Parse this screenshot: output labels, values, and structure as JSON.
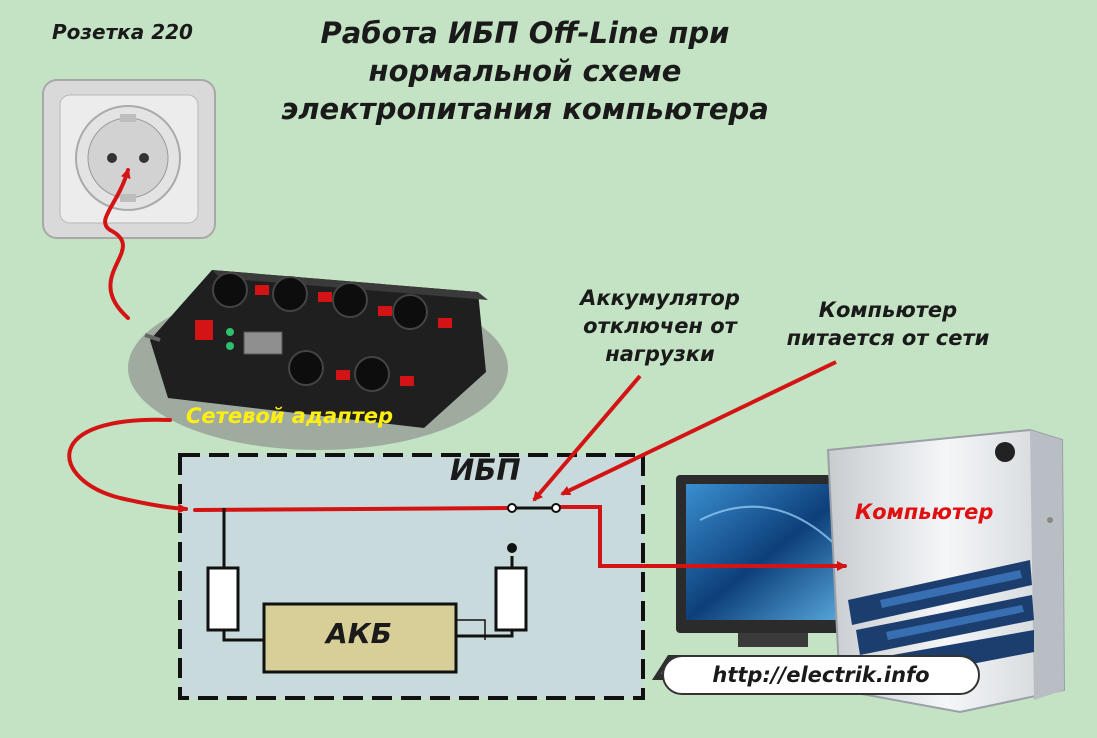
{
  "title": "Работа ИБП Off-Line при нормальной схеме электропитания компьютера",
  "labels": {
    "socket": "Розетка 220",
    "battery_disconnected": "Аккумулятор отключен от нагрузки",
    "computer_powered": "Компьютер питается от сети",
    "network_adapter": "Сетевой адаптер",
    "ups": "ИБП",
    "computer": "Компьютер",
    "battery": "АКБ",
    "url": "http://electrik.info"
  },
  "colors": {
    "background": "#c4e3c4",
    "power_line": "#d41414",
    "adapter_label": "#ffee11",
    "computer_label": "#e01010",
    "battery_fill": "#d8cf98",
    "ups_box": "#c9dadc"
  }
}
